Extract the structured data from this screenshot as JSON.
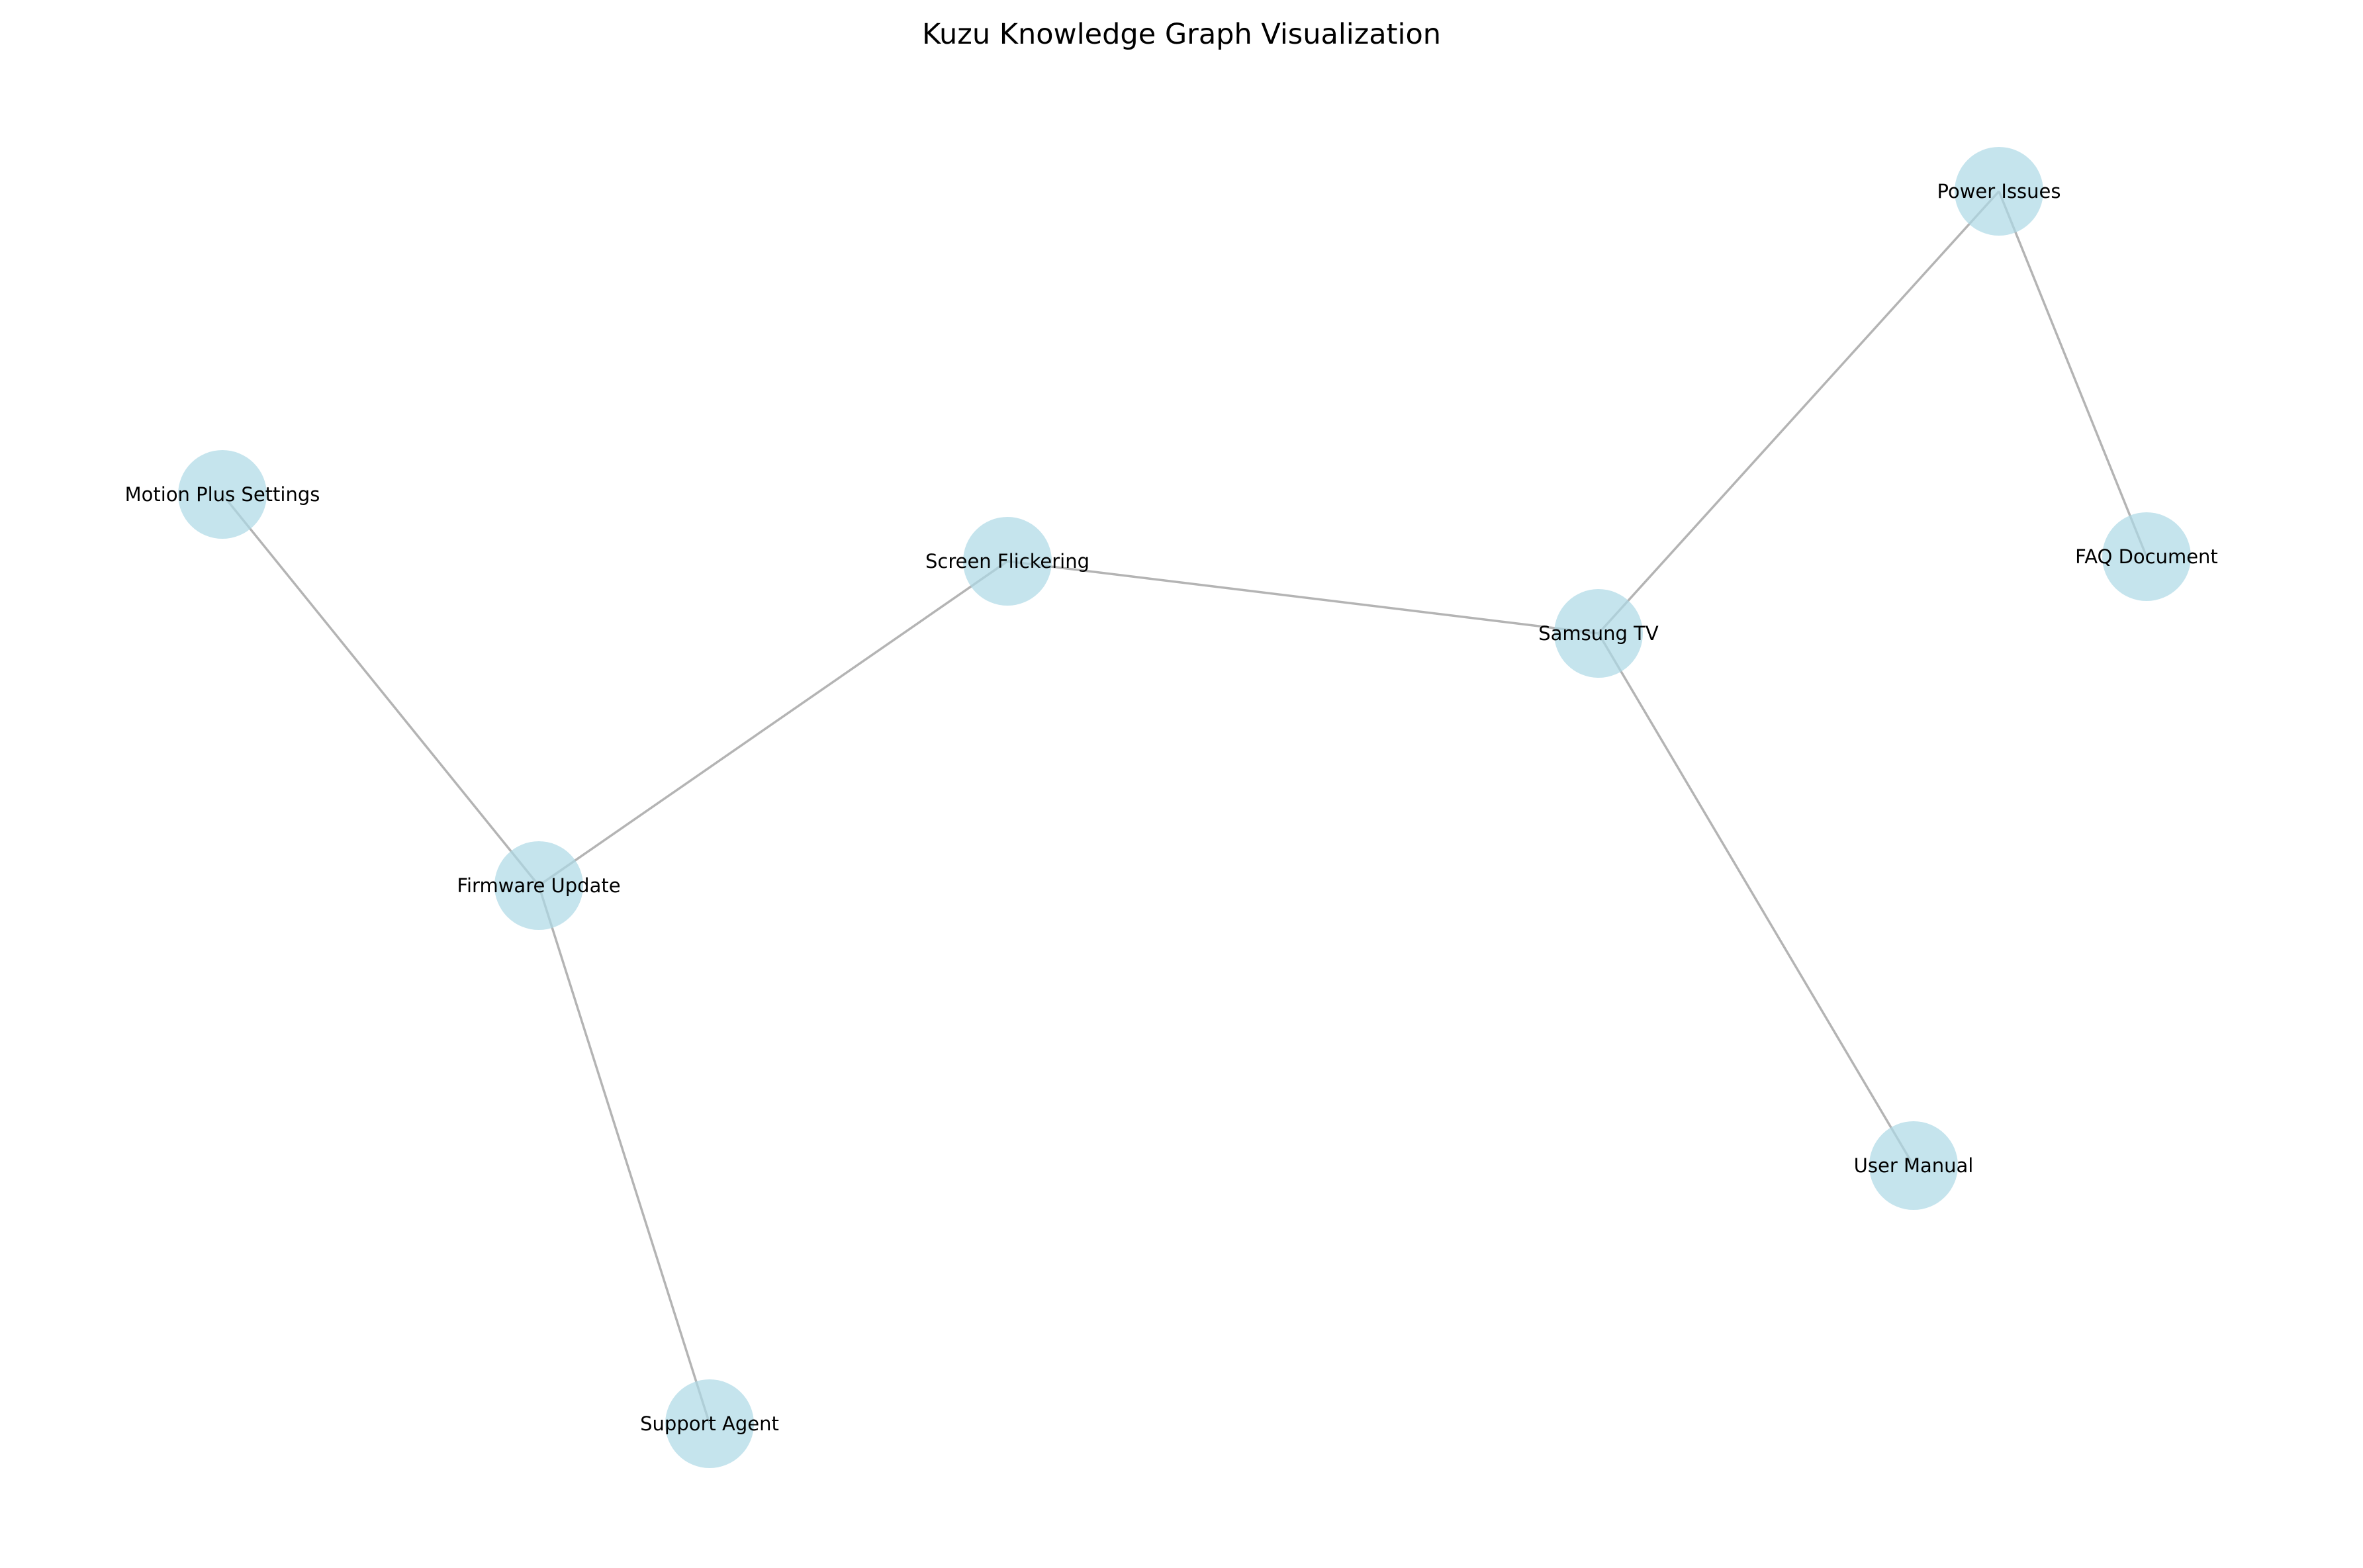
{
  "title": "Kuzu Knowledge Graph Visualization",
  "colors": {
    "node_fill": "#add8e6",
    "edge": "#b4b4b4",
    "text": "#000000",
    "background": "#ffffff"
  },
  "graph": {
    "nodes": [
      {
        "id": "power_issues",
        "label": "Power Issues"
      },
      {
        "id": "motion_plus",
        "label": "Motion Plus Settings"
      },
      {
        "id": "screen_flickering",
        "label": "Screen Flickering"
      },
      {
        "id": "faq_document",
        "label": "FAQ Document"
      },
      {
        "id": "samsung_tv",
        "label": "Samsung TV"
      },
      {
        "id": "firmware_update",
        "label": "Firmware Update"
      },
      {
        "id": "user_manual",
        "label": "User Manual"
      },
      {
        "id": "support_agent",
        "label": "Support Agent"
      }
    ],
    "edges": [
      {
        "source": "samsung_tv",
        "target": "power_issues"
      },
      {
        "source": "power_issues",
        "target": "faq_document"
      },
      {
        "source": "samsung_tv",
        "target": "screen_flickering"
      },
      {
        "source": "samsung_tv",
        "target": "user_manual"
      },
      {
        "source": "screen_flickering",
        "target": "firmware_update"
      },
      {
        "source": "motion_plus",
        "target": "firmware_update"
      },
      {
        "source": "firmware_update",
        "target": "support_agent"
      }
    ]
  }
}
